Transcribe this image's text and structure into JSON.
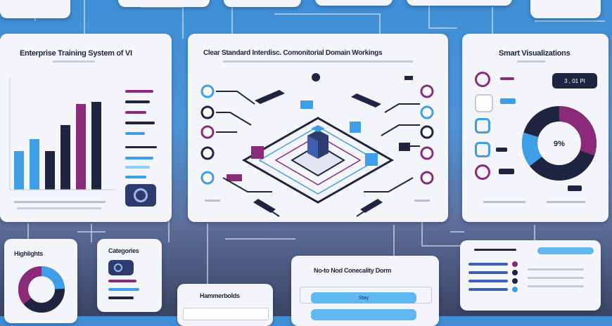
{
  "cards": {
    "top_small_1": "",
    "top_small_5": "",
    "enterprise_title": "Enterprise Training System of VI",
    "enterprise_sub": "",
    "center_title": "Clear Standard Interdisc. Comonitorial Domain Workings",
    "smart_title": "Smart Visualizations",
    "smart_value": "3 , 01 PI",
    "smart_pct": "9%",
    "highlights_title": "Highlights",
    "categories_title": "Categories",
    "hammerbolds_title": "Hammerbolds",
    "nocode_title": "No-to Nod Conecality Dorm",
    "nocode_btn": "Stay"
  },
  "chart_data": {
    "type": "bar",
    "categories": [
      "",
      "",
      "",
      "",
      "",
      ""
    ],
    "series": [
      {
        "values": [
          55,
          72,
          55,
          92,
          122,
          125
        ]
      }
    ],
    "ylim": [
      0,
      160
    ]
  },
  "colors": {
    "navy": "#1f2540",
    "purple": "#8b2a7a",
    "blue": "#3f9ee8",
    "light_blue": "#8fcdf2"
  }
}
